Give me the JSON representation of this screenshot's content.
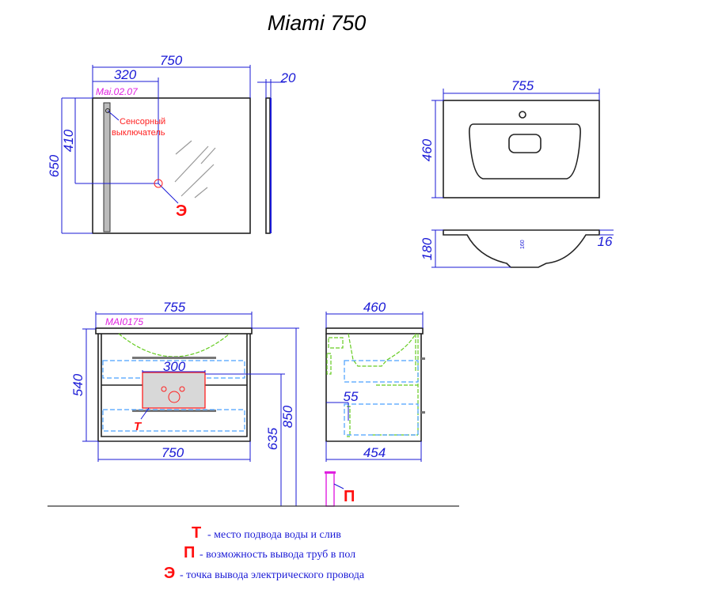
{
  "title": "Miami 750",
  "mirror": {
    "model": "Mai.02.07",
    "width": "750",
    "offset": "320",
    "height": "650",
    "socket_height": "410",
    "depth": "20",
    "switch_label_1": "Сенсорный",
    "switch_label_2": "выключатель",
    "socket_mark": "Э"
  },
  "sink": {
    "width": "755",
    "depth": "460",
    "height": "180",
    "rim": "16",
    "bowl": "160"
  },
  "cabinet": {
    "model": "MAI0175",
    "top_width": "755",
    "body_width": "750",
    "height": "540",
    "zone_width": "300",
    "zone_height": "635",
    "total_height": "850",
    "water_mark": "T",
    "side_depth": "460",
    "side_body_depth": "454",
    "side_offset": "55",
    "floor_mark": "П"
  },
  "legend": [
    {
      "symbol": "T",
      "text": "- место подвода воды и слив"
    },
    {
      "symbol": "П",
      "text": "- возможность вывода труб в пол"
    },
    {
      "symbol": "Э",
      "text": "-  точка вывода электрического провода"
    }
  ],
  "colors": {
    "dimension": "#1a1ad6",
    "model": "#e020e0",
    "mark": "#ff1010",
    "pipes": "#66cc22"
  }
}
